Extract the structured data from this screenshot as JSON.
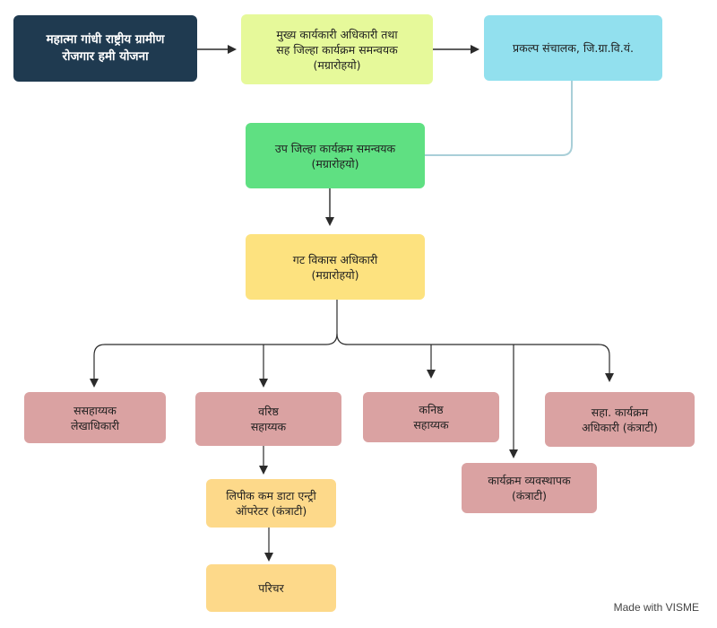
{
  "nodes": {
    "mgnrega": {
      "line1": "महात्मा गांधी राष्ट्रीय ग्रामीण",
      "line2": "रोजगार हमी योजना"
    },
    "ceo": {
      "line1": "मुख्य कार्यकारी अधिकारी तथा",
      "line2": "सह जिल्हा कार्यक्रम समन्वयक",
      "line3": "(मग्रारोहयो)"
    },
    "project_director": {
      "line1": "प्रकल्प संचालक, जि.ग्रा.वि.यं."
    },
    "deputy_coordinator": {
      "line1": "उप जिल्हा कार्यक्रम समन्वयक",
      "line2": "(मग्रारोहयो)"
    },
    "bdo": {
      "line1": "गट विकास अधिकारी",
      "line2": "(मग्रारोहयो)"
    },
    "assistant_accounts_officer": {
      "line1": "ससहाय्यक",
      "line2": "लेखाधिकारी"
    },
    "senior_assistant": {
      "line1": "वरिष्ठ",
      "line2": "सहाय्यक"
    },
    "junior_assistant": {
      "line1": "कनिष्ठ",
      "line2": "सहाय्यक"
    },
    "asst_program_officer": {
      "line1": "सहा. कार्यक्रम",
      "line2": "अधिकारी (कंत्राटी)"
    },
    "program_manager": {
      "line1": "कार्यक्रम व्यवस्थापक",
      "line2": "(कंत्राटी)"
    },
    "clerk_data_entry": {
      "line1": "लिपीक कम डाटा एन्ट्री",
      "line2": "ऑपरेटर (कंत्राटी)"
    },
    "attendant": {
      "line1": "परिचर"
    }
  },
  "watermark": "Made with VISME",
  "colors": {
    "root": "#1f3a50",
    "lime": "#e6f99a",
    "cyan": "#92e0ee",
    "green": "#5fe082",
    "yellow": "#fde27f",
    "pink": "#daa2a2",
    "orange": "#fdd98a",
    "arrow": "#2b2b2b",
    "cyan_connector": "#a9cfd8"
  }
}
